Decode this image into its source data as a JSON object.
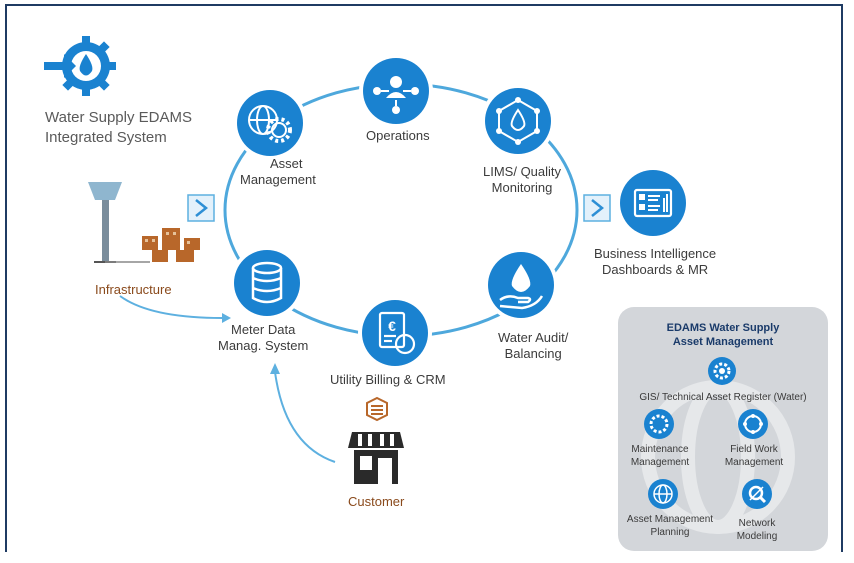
{
  "brand": {
    "line1": "Water Supply EDAMS",
    "line2": "Integrated System",
    "icon": "gear-water-drop-icon"
  },
  "modules": {
    "asset_management": {
      "line1": "Asset",
      "line2": "Management",
      "icon": "globe-gear-icon"
    },
    "operations": {
      "label": "Operations",
      "icon": "operator-network-icon"
    },
    "lims": {
      "line1": "LIMS/ Quality",
      "line2": "Monitoring",
      "icon": "water-drop-network-icon"
    },
    "water_audit": {
      "line1": "Water Audit/",
      "line2": "Balancing",
      "icon": "hand-water-drop-icon"
    },
    "billing": {
      "label": "Utility Billing & CRM",
      "icon": "euro-invoice-icon"
    },
    "meter_data": {
      "line1": "Meter Data",
      "line2": "Manag. System",
      "icon": "database-icon"
    }
  },
  "inputs": {
    "infrastructure": {
      "label": "Infrastructure",
      "icon": "water-tower-icon"
    },
    "customer": {
      "label": "Customer",
      "icon": "storefront-icon"
    }
  },
  "output": {
    "line1": "Business Intelligence",
    "line2": "Dashboards & MR",
    "icon": "dashboard-icon"
  },
  "panel": {
    "title1": "EDAMS Water Supply",
    "title2": "Asset Management",
    "gis": "GIS/ Technical Asset Register (Water)",
    "maintenance1": "Maintenance",
    "maintenance2": "Management",
    "fieldwork1": "Field Work",
    "fieldwork2": "Management",
    "amp1": "Asset Management",
    "amp2": "Planning",
    "network1": "Network",
    "network2": "Modeling"
  },
  "colors": {
    "primary": "#1a82d0",
    "frame": "#1f3b63",
    "panel": "#d3d6da",
    "accent_brown": "#8a4a1c"
  }
}
